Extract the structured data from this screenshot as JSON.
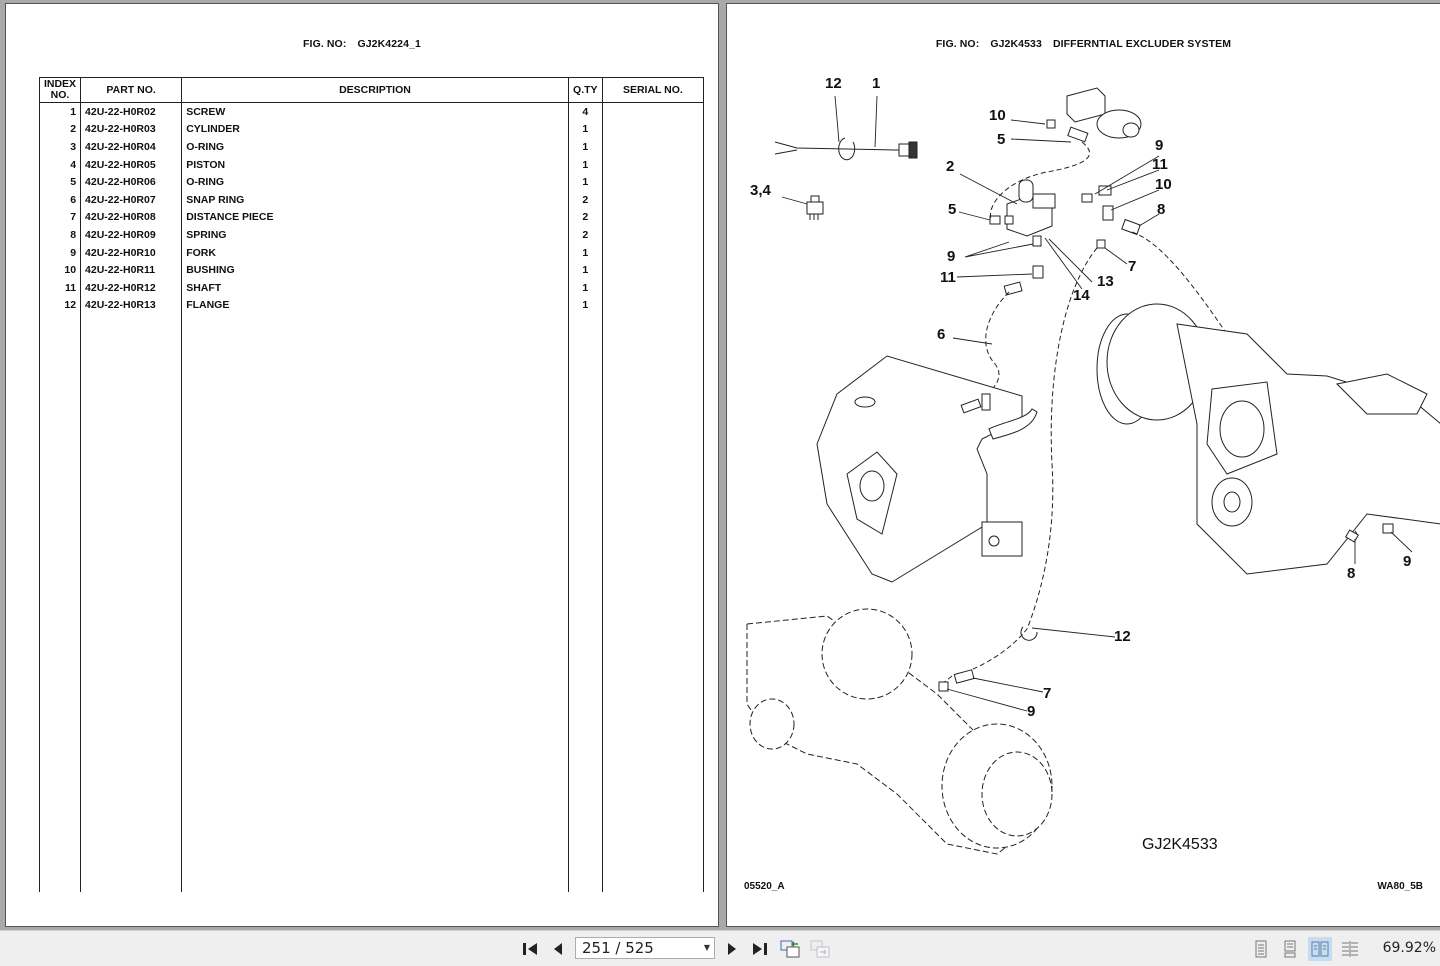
{
  "left_page": {
    "fig_label": "FIG. NO:",
    "fig_no": "GJ2K4224_1",
    "table": {
      "headers": {
        "index": "INDEX NO.",
        "part_no": "PART NO.",
        "description": "DESCRIPTION",
        "qty": "Q.TY",
        "serial_no": "SERIAL NO."
      },
      "rows": [
        {
          "index": "1",
          "part_no": "42U-22-H0R02",
          "description": "SCREW",
          "qty": "4",
          "serial_no": ""
        },
        {
          "index": "2",
          "part_no": "42U-22-H0R03",
          "description": "CYLINDER",
          "qty": "1",
          "serial_no": ""
        },
        {
          "index": "3",
          "part_no": "42U-22-H0R04",
          "description": "O-RING",
          "qty": "1",
          "serial_no": ""
        },
        {
          "index": "4",
          "part_no": "42U-22-H0R05",
          "description": "PISTON",
          "qty": "1",
          "serial_no": ""
        },
        {
          "index": "5",
          "part_no": "42U-22-H0R06",
          "description": "O-RING",
          "qty": "1",
          "serial_no": ""
        },
        {
          "index": "6",
          "part_no": "42U-22-H0R07",
          "description": "SNAP RING",
          "qty": "2",
          "serial_no": ""
        },
        {
          "index": "7",
          "part_no": "42U-22-H0R08",
          "description": "DISTANCE PIECE",
          "qty": "2",
          "serial_no": ""
        },
        {
          "index": "8",
          "part_no": "42U-22-H0R09",
          "description": "SPRING",
          "qty": "2",
          "serial_no": ""
        },
        {
          "index": "9",
          "part_no": "42U-22-H0R10",
          "description": "FORK",
          "qty": "1",
          "serial_no": ""
        },
        {
          "index": "10",
          "part_no": "42U-22-H0R11",
          "description": "BUSHING",
          "qty": "1",
          "serial_no": ""
        },
        {
          "index": "11",
          "part_no": "42U-22-H0R12",
          "description": "SHAFT",
          "qty": "1",
          "serial_no": ""
        },
        {
          "index": "12",
          "part_no": "42U-22-H0R13",
          "description": "FLANGE",
          "qty": "1",
          "serial_no": ""
        }
      ]
    }
  },
  "right_page": {
    "fig_label": "FIG. NO:",
    "fig_no": "GJ2K4533",
    "fig_title": "DIFFERNTIAL EXCLUDER SYSTEM",
    "diagram_id": "GJ2K4533",
    "footer_left": "05520_A",
    "footer_right": "WA80_5B",
    "callouts": [
      "12",
      "1",
      "3,4",
      "10",
      "5",
      "2",
      "9",
      "11",
      "10",
      "8",
      "5",
      "9",
      "7",
      "11",
      "13",
      "14",
      "6",
      "8",
      "9",
      "12",
      "7",
      "9"
    ]
  },
  "toolbar": {
    "first_page_icon": "first-page-icon",
    "prev_page_icon": "previous-page-icon",
    "page_indicator": "251 / 525",
    "next_page_icon": "next-page-icon",
    "last_page_icon": "last-page-icon",
    "zoom_level": "69.92%"
  }
}
